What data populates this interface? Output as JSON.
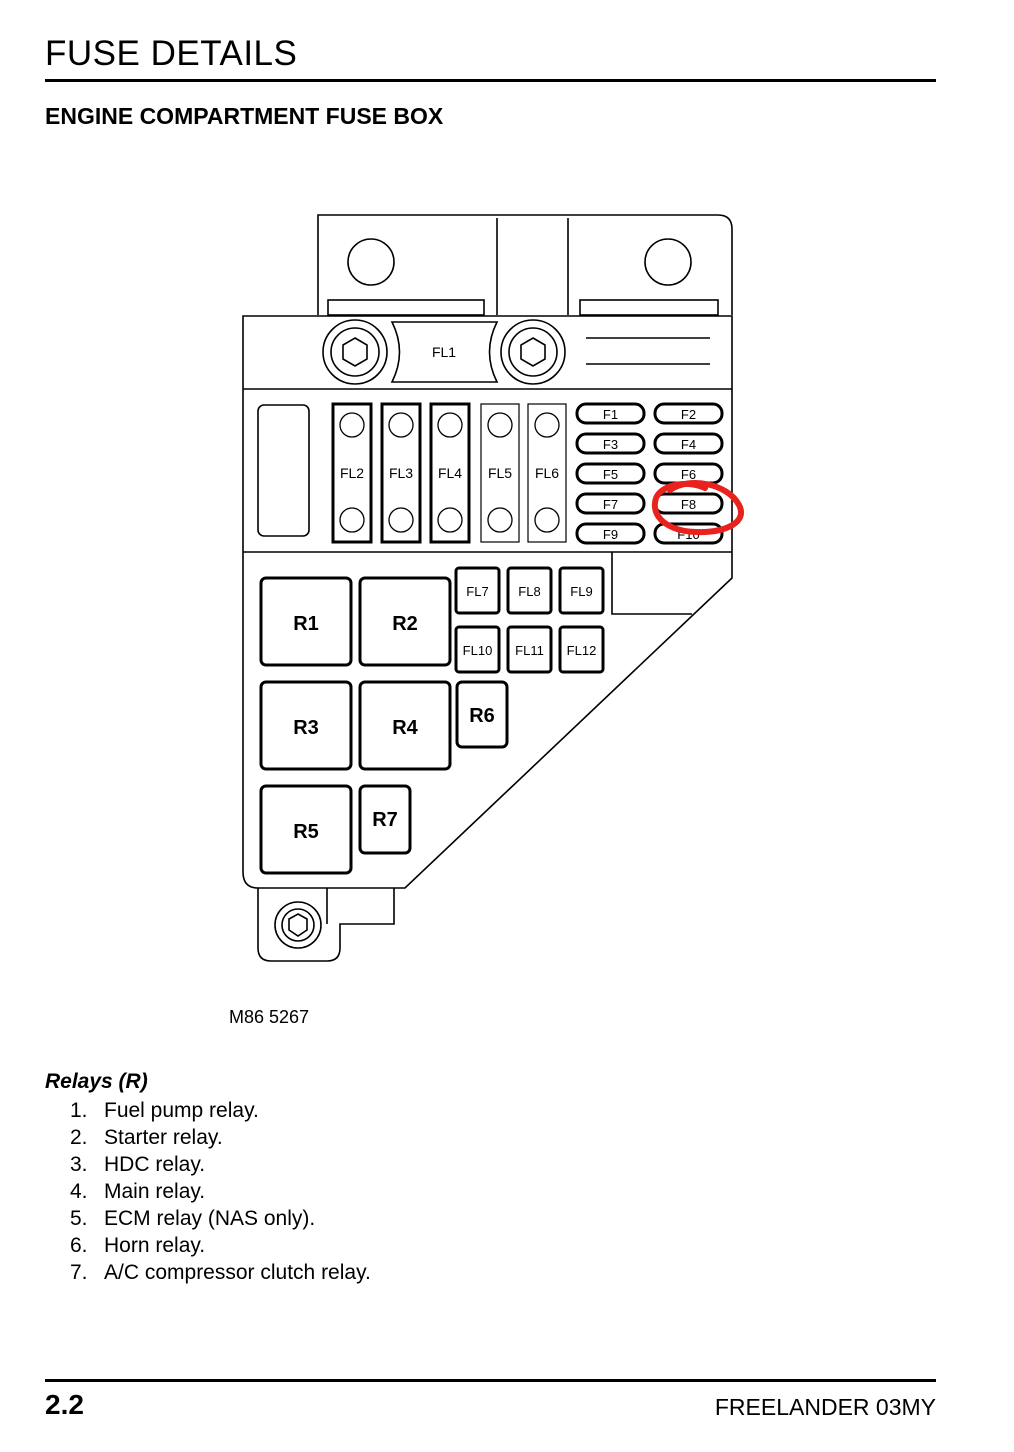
{
  "header": {
    "title": "FUSE DETAILS"
  },
  "section": {
    "title": "ENGINE COMPARTMENT FUSE BOX"
  },
  "diagram": {
    "fusible_links": [
      "FL1",
      "FL2",
      "FL3",
      "FL4",
      "FL5",
      "FL6",
      "FL7",
      "FL8",
      "FL9",
      "FL10",
      "FL11",
      "FL12"
    ],
    "fuses": [
      "F1",
      "F2",
      "F3",
      "F4",
      "F5",
      "F6",
      "F7",
      "F8",
      "F9",
      "F10"
    ],
    "relays": [
      "R1",
      "R2",
      "R3",
      "R4",
      "R5",
      "R6",
      "R7"
    ],
    "highlight": {
      "target": "F8",
      "color": "#e8231e"
    },
    "figure_code": "M86 5267"
  },
  "relays_list": {
    "heading": "Relays (R)",
    "items": [
      {
        "num": "1.",
        "text": "Fuel pump relay."
      },
      {
        "num": "2.",
        "text": "Starter relay."
      },
      {
        "num": "3.",
        "text": "HDC relay."
      },
      {
        "num": "4.",
        "text": "Main relay."
      },
      {
        "num": "5.",
        "text": "ECM relay (NAS only)."
      },
      {
        "num": "6.",
        "text": "Horn relay."
      },
      {
        "num": "7.",
        "text": "A/C compressor clutch relay."
      }
    ]
  },
  "footer": {
    "page_number": "2.2",
    "title": "FREELANDER 03MY"
  }
}
